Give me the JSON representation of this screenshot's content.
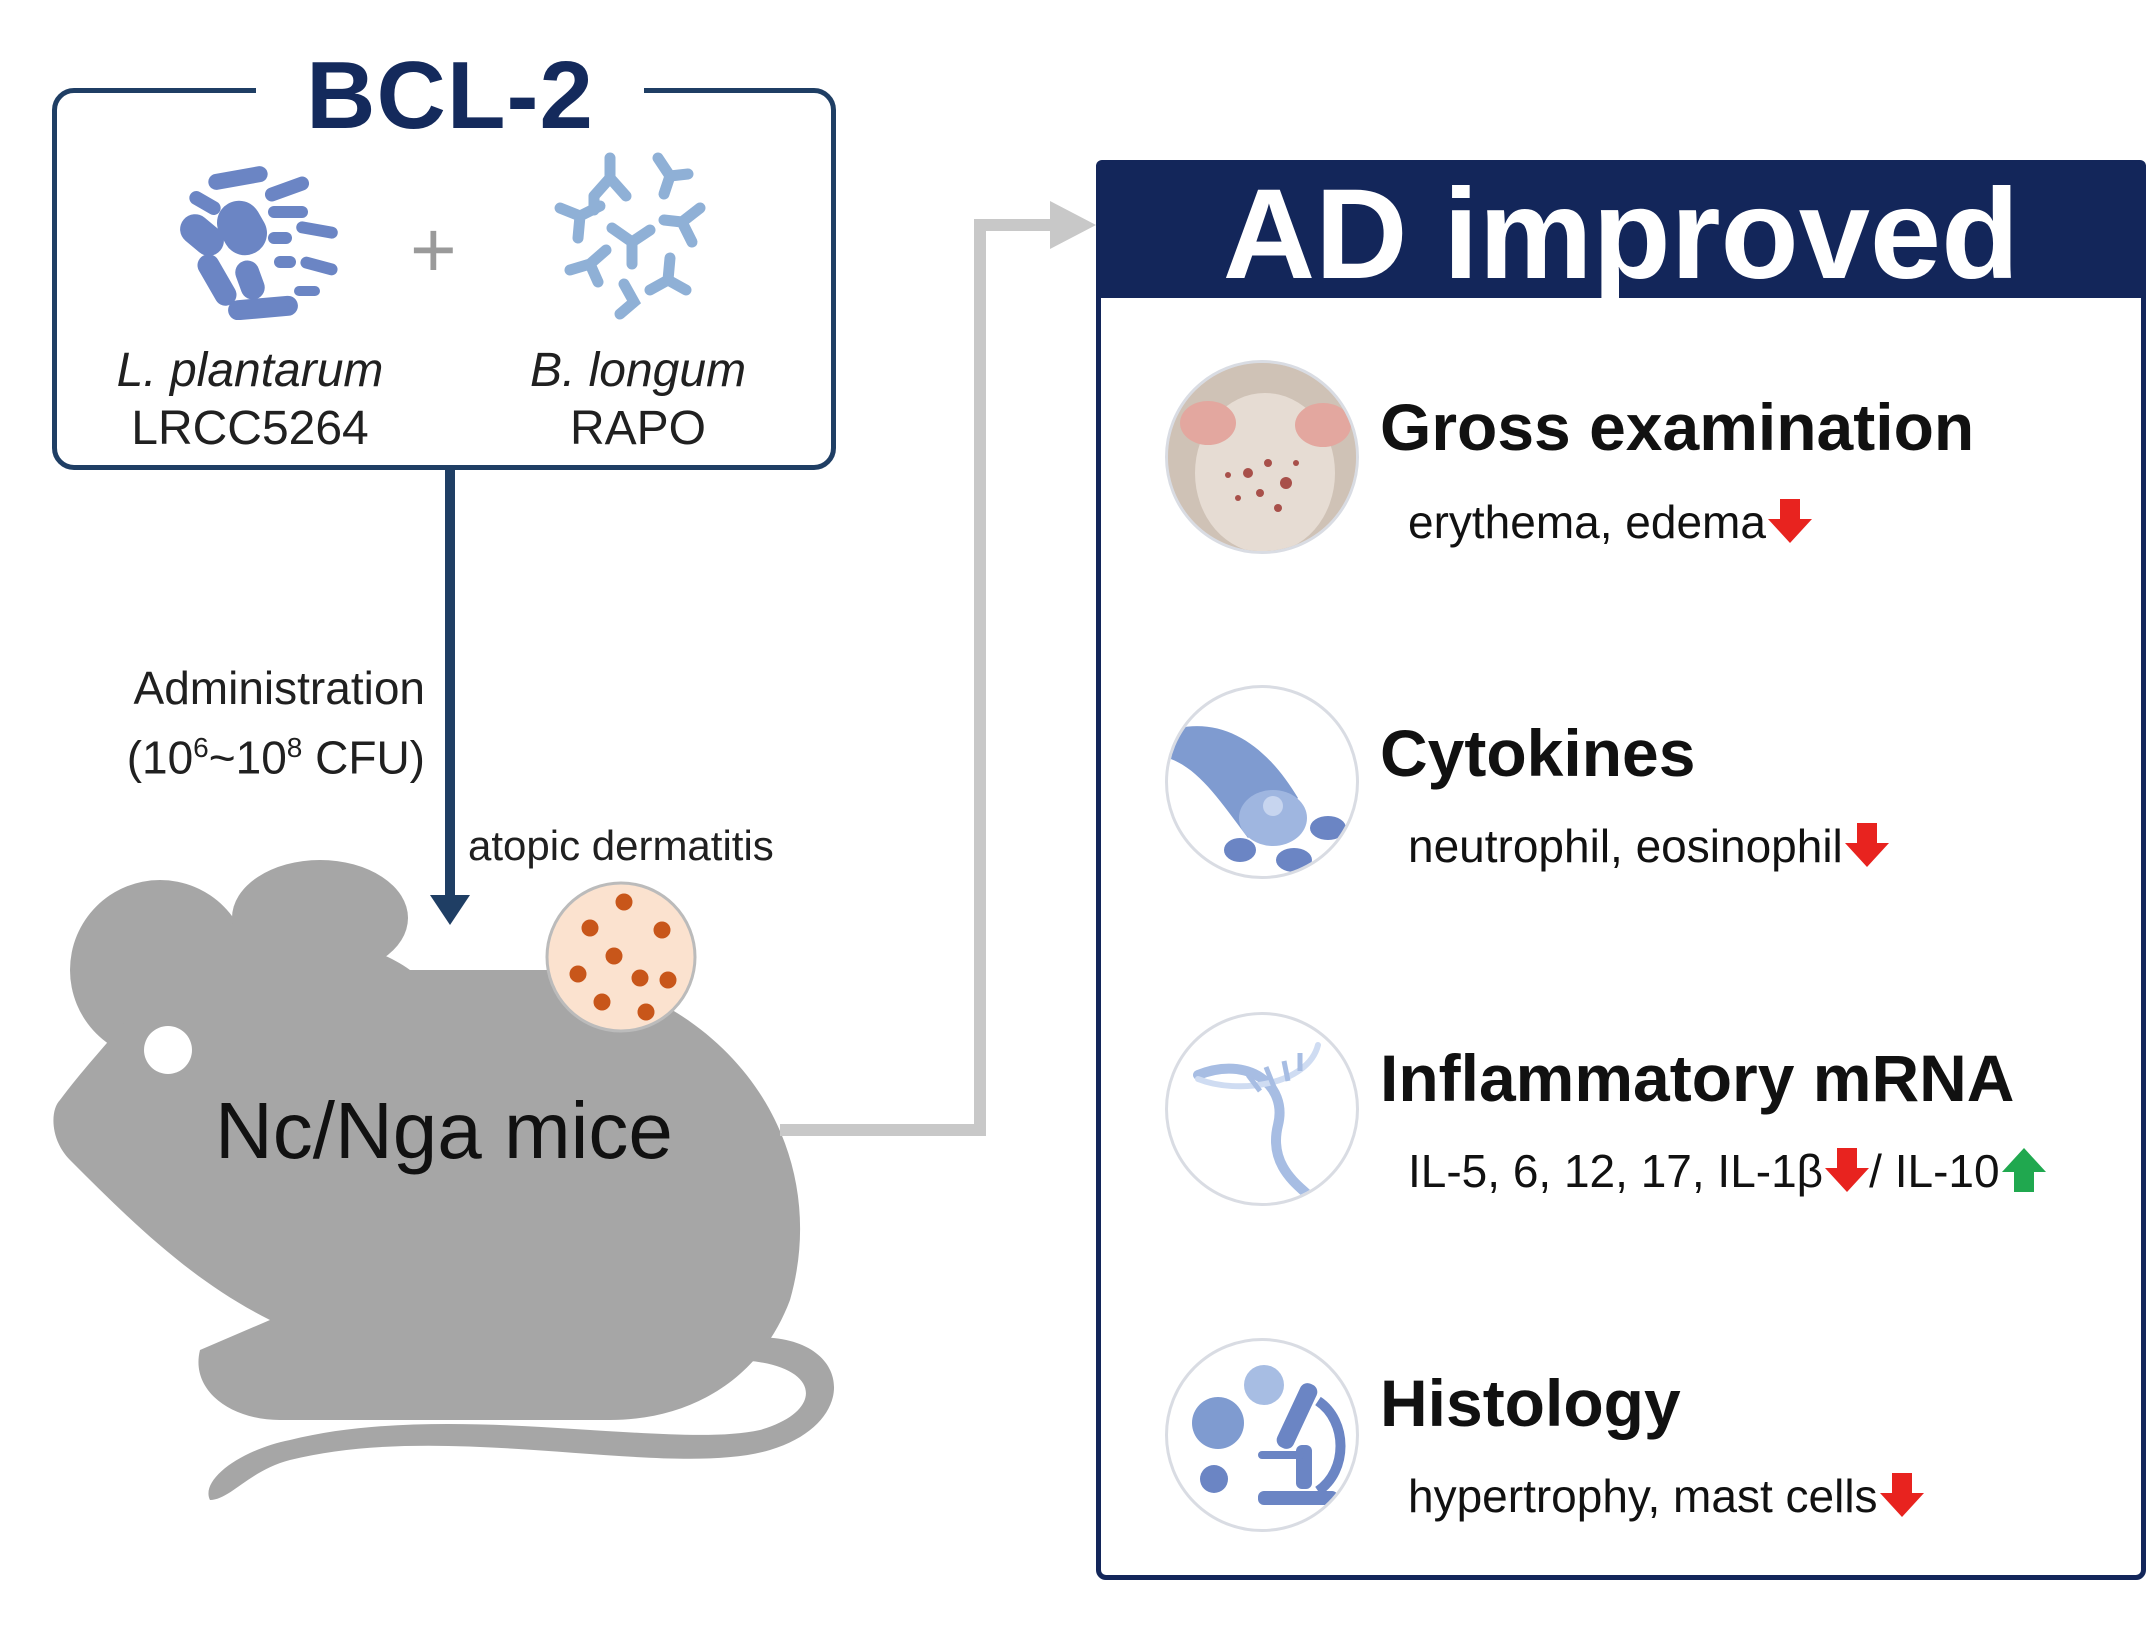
{
  "treatment": {
    "title": "BCL-2",
    "plus": "+",
    "strain1": {
      "genus": "L. plantarum",
      "name": "LRCC5264"
    },
    "strain2": {
      "genus": "B. longum",
      "name": "RAPO"
    }
  },
  "administration": {
    "line1": "Administration",
    "line2_open": "(10",
    "exp1": "6",
    "tilde": "~10",
    "exp2": "8",
    "line2_close": " CFU)"
  },
  "disease_label": "atopic dermatitis",
  "model": "Nc/Nga mice",
  "outcome": {
    "title": "AD improved",
    "items": [
      {
        "title": "Gross examination",
        "detail": "erythema, edema",
        "icon": "mouse-skin-photo-icon"
      },
      {
        "title": "Cytokines",
        "detail": "neutrophil, eosinophil",
        "icon": "blood-vessel-icon"
      },
      {
        "title": "Inflammatory mRNA",
        "detail_down": "IL-5, 6, 12, 17, IL-1β",
        "separator": " / IL-10",
        "icon": "dna-icon"
      },
      {
        "title": "Histology",
        "detail": "hypertrophy, mast cells",
        "icon": "microscope-icon"
      }
    ]
  },
  "colors": {
    "navy": "#13265a",
    "box_border": "#1f3e64",
    "bacteria": "#6b85c4",
    "antibody": "#8fb0d6",
    "mouse": "#a6a6a6",
    "connector": "#c8c8c8",
    "down": "#e8231f",
    "up": "#20a84f",
    "lesion": "#c8561a"
  }
}
